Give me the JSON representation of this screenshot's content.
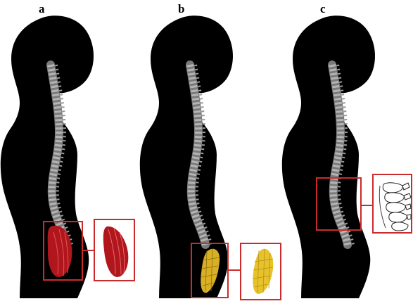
{
  "figure": {
    "panels": [
      {
        "label": "a",
        "highlight": "muscle-red",
        "fill_color": "#b0161c"
      },
      {
        "label": "b",
        "highlight": "mesh-yellow",
        "fill_color": "#e8c22a"
      },
      {
        "label": "c",
        "highlight": "lumbar-spine-sketch",
        "fill_color": "#ffffff"
      }
    ],
    "colors": {
      "silhouette": "#000000",
      "spine": "#9a9a9a",
      "callout_box": "#cc2b2b",
      "background": "#ffffff"
    }
  }
}
